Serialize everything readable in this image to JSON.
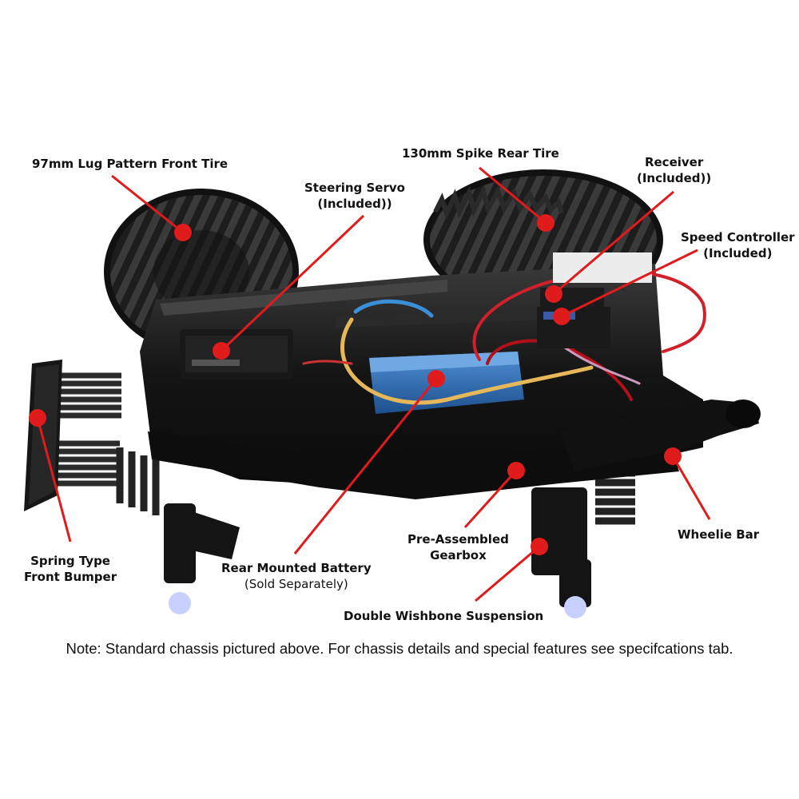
{
  "colors": {
    "callout_line": "#e01b1b",
    "callout_dot": "#e01b1b",
    "chassis": "#151515",
    "battery": "#2a6fb8"
  },
  "callouts": {
    "front_tire": {
      "line1": "97mm Lug Pattern Front Tire"
    },
    "rear_tire": {
      "line1": "130mm Spike Rear Tire"
    },
    "steering_servo": {
      "line1": "Steering Servo",
      "line2": "(Included))"
    },
    "receiver": {
      "line1": "Receiver",
      "line2": "(Included))"
    },
    "speed_controller": {
      "line1": "Speed Controller",
      "line2": "(Included)"
    },
    "front_bumper": {
      "line1": "Spring Type",
      "line2": "Front Bumper"
    },
    "battery": {
      "line1": "Rear Mounted Battery",
      "line2": "(Sold Separately)"
    },
    "gearbox": {
      "line1": "Pre-Assembled",
      "line2": "Gearbox"
    },
    "wheelie_bar": {
      "line1": "Wheelie Bar"
    },
    "suspension": {
      "line1": "Double Wishbone Suspension"
    }
  },
  "note": "Note: Standard chassis pictured above. For chassis details and special features see specifcations tab."
}
